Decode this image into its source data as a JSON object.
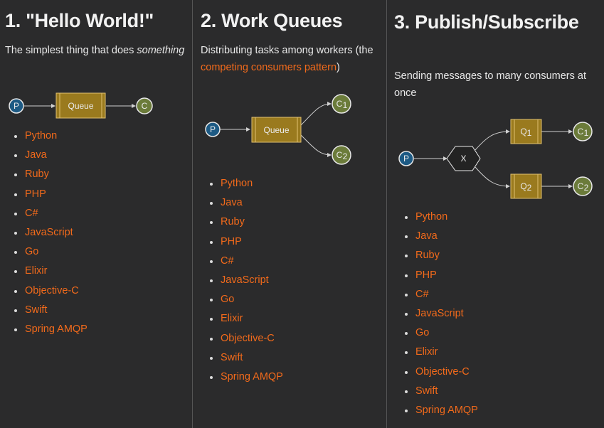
{
  "tutorials": [
    {
      "title": "1. \"Hello World!\"",
      "desc_text": "The simplest thing that does ",
      "desc_em": "something",
      "diagram": {
        "producer": "P",
        "queue": "Queue",
        "consumer": "C"
      },
      "links": [
        "Python",
        "Java",
        "Ruby",
        "PHP",
        "C#",
        "JavaScript",
        "Go",
        "Elixir",
        "Objective-C",
        "Swift",
        "Spring AMQP"
      ]
    },
    {
      "title": "2. Work Queues",
      "desc_text": "Distributing tasks among workers (the ",
      "desc_link": "competing consumers pattern",
      "desc_after": ")",
      "diagram": {
        "producer": "P",
        "queue": "Queue",
        "consumer_1": "C",
        "consumer_1_sub": "1",
        "consumer_2": "C",
        "consumer_2_sub": "2"
      },
      "links": [
        "Python",
        "Java",
        "Ruby",
        "PHP",
        "C#",
        "JavaScript",
        "Go",
        "Elixir",
        "Objective-C",
        "Swift",
        "Spring AMQP"
      ]
    },
    {
      "title": "3. Publish/Subscribe",
      "desc_text": "Sending messages to many consumers at once",
      "diagram": {
        "producer": "P",
        "exchange": "X",
        "queue_1": "Q",
        "queue_1_sub": "1",
        "queue_2": "Q",
        "queue_2_sub": "2",
        "consumer_1": "C",
        "consumer_1_sub": "1",
        "consumer_2": "C",
        "consumer_2_sub": "2"
      },
      "links": [
        "Python",
        "Java",
        "Ruby",
        "PHP",
        "C#",
        "JavaScript",
        "Go",
        "Elixir",
        "Objective-C",
        "Swift",
        "Spring AMQP"
      ]
    }
  ],
  "colors": {
    "background": "#2b2b2c",
    "link": "#f26a1b",
    "producer": "#1d5a84",
    "queue": "#9a7a1e",
    "consumer": "#6b7b3a",
    "exchange": "#232323"
  }
}
